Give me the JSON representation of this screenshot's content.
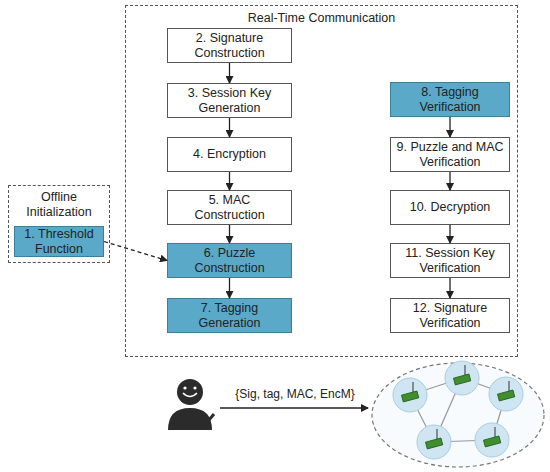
{
  "diagram": {
    "nodes": [
      {
        "text": [
          "Real-Time Communication"
        ]
      },
      {
        "text": [
          "2. Signature Construction"
        ],
        "in": 0
      },
      {
        "text": [
          "3. Session Key Generation"
        ],
        "in": 0
      },
      {
        "text": [
          "4. Encryption"
        ],
        "in": 0
      },
      {
        "text": [
          "5. MAC Construction"
        ],
        "in": 0
      },
      {
        "text": [
          "6. Puzzle Construction"
        ],
        "in": 0
      },
      {
        "text": [
          "7. Tagging Generation"
        ],
        "in": 0
      },
      {
        "text": [
          "8. Tagging Verification"
        ],
        "in": 0
      },
      {
        "text": [
          "9. Puzzle and MAC Verification"
        ],
        "in": 0
      },
      {
        "text": [
          "10. Decryption"
        ],
        "in": 0
      },
      {
        "text": [
          "11. Session Key Verification"
        ],
        "in": 0
      },
      {
        "text": [
          "12. Signature Verification"
        ],
        "in": 0
      },
      {
        "text": [
          "Offline Initialization"
        ]
      },
      {
        "text": [
          "1. Threshold Function"
        ],
        "in": 12
      }
    ],
    "edges": [
      {
        "from": 1,
        "to": 2,
        "arrow": "to"
      },
      {
        "from": 2,
        "to": 3,
        "arrow": "to"
      },
      {
        "from": 3,
        "to": 4,
        "arrow": "to"
      },
      {
        "from": 4,
        "to": 5,
        "arrow": "to"
      },
      {
        "from": 5,
        "to": 6,
        "arrow": "to"
      },
      {
        "from": 7,
        "to": 8,
        "arrow": "to"
      },
      {
        "from": 8,
        "to": 9,
        "arrow": "to"
      },
      {
        "from": 9,
        "to": 10,
        "arrow": "to"
      },
      {
        "from": 10,
        "to": 11,
        "arrow": "to"
      },
      {
        "from": 13,
        "to": 5,
        "arrow": "to"
      }
    ],
    "labels": [
      "{Sig, tag, MAC, EncM}"
    ]
  }
}
